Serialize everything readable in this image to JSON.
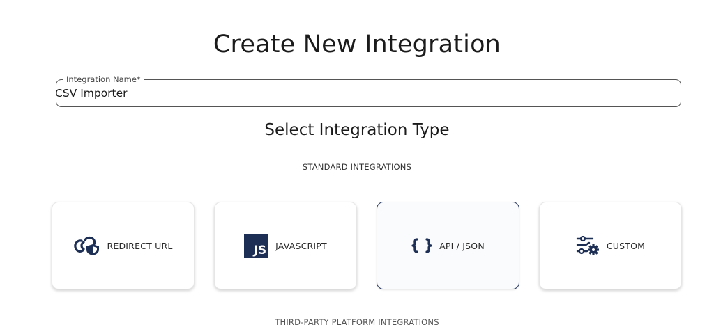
{
  "header": {
    "title": "Create New Integration"
  },
  "form": {
    "name_label": "Integration Name*",
    "name_value": "CSV Importer"
  },
  "select": {
    "title": "Select Integration Type",
    "standard_label": "STANDARD INTEGRATIONS",
    "third_party_label": "THIRD-PARTY PLATFORM INTEGRATIONS",
    "cards": [
      {
        "label": "REDIRECT URL",
        "icon": "link-shield-icon",
        "selected": false
      },
      {
        "label": "JAVASCRIPT",
        "icon": "javascript-icon",
        "icon_text": "JS",
        "selected": false
      },
      {
        "label": "API / JSON",
        "icon": "curly-braces-icon",
        "selected": true
      },
      {
        "label": "CUSTOM",
        "icon": "sliders-gear-icon",
        "selected": false
      }
    ]
  },
  "colors": {
    "icon": "#1e2f55",
    "selected_border": "#2c3a63"
  }
}
